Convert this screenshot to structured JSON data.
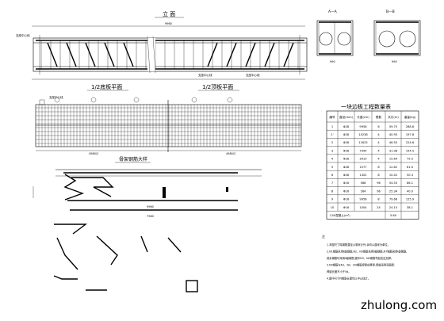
{
  "titles": {
    "elevation": "立 面",
    "bottom_plan": "1/2底板平面",
    "top_plan": "1/2顶板平面",
    "rebar_detail": "骨架钢筋大样",
    "section_a": "A—A",
    "section_b": "B—B",
    "table_title": "一块边板工程数量表"
  },
  "labels": {
    "support_center": "支座中心线",
    "support_center_2": "支座中心线",
    "pier_center": "支座中心线",
    "bottom_support": "支座中心线"
  },
  "dimensions": {
    "elev_total": "9960",
    "plan_half_left": "4980/2",
    "plan_half_right": "4980/2",
    "rebar_len_1": "9960",
    "rebar_len_2": "7960",
    "sec_width_a": "990",
    "sec_width_b": "990"
  },
  "table": {
    "headers": [
      "编号",
      "直径(mm)",
      "长度(cm)",
      "根数",
      "共长(m)",
      "重量(kg)"
    ],
    "rows": [
      [
        "1",
        "Φ28",
        "9958",
        "6",
        "59.75",
        "288.6"
      ],
      [
        "1'",
        "Φ28",
        "10238",
        "4",
        "40.95",
        "197.8"
      ],
      [
        "2",
        "Φ28",
        "11625",
        "4",
        "46.50",
        "224.6"
      ],
      [
        "3",
        "Φ28",
        "7994",
        "4",
        "31.98",
        "154.5"
      ],
      [
        "4",
        "Φ28",
        "3910",
        "4",
        "15.64",
        "75.5"
      ],
      [
        "5",
        "Φ28",
        "1577",
        "8",
        "12.62",
        "61.0"
      ],
      [
        "6",
        "Φ28",
        "1302",
        "8",
        "10.42",
        "50.3"
      ],
      [
        "7",
        "Φ16",
        "568",
        "96",
        "54.53",
        "86.1"
      ],
      [
        "8",
        "Φ16",
        "264",
        "96",
        "25.34",
        "40.0"
      ],
      [
        "9",
        "Φ16",
        "9958",
        "8",
        "79.66",
        "125.9"
      ],
      [
        "10",
        "Φ16",
        "1004",
        "24",
        "24.10",
        "38.1"
      ]
    ],
    "footer_label": "C40混凝土(m³)",
    "footer_value": "5.60"
  },
  "notes": {
    "heading": "注",
    "lines": [
      "1.本图尺寸除钢筋直径以毫米计外,余均以厘米为单位。",
      "2.N1钢筋采用Ⅱ级钢筋,N2、N3钢筋采用Ⅱ级钢筋,N7钢筋采用Ⅰ级钢筋,",
      "  其余钢筋均采用Ⅱ级钢筋,图中N3、N4钢筋弯起处应加焊。",
      "3.N4钢筋与N1、N2、N3钢筋焊接成骨架,焊缝采用双面焊,",
      "  焊缝长度不小于5d。",
      "4.图中尺寸N钢筋长度均以中心线计。"
    ]
  },
  "watermark": "zhulong.com"
}
